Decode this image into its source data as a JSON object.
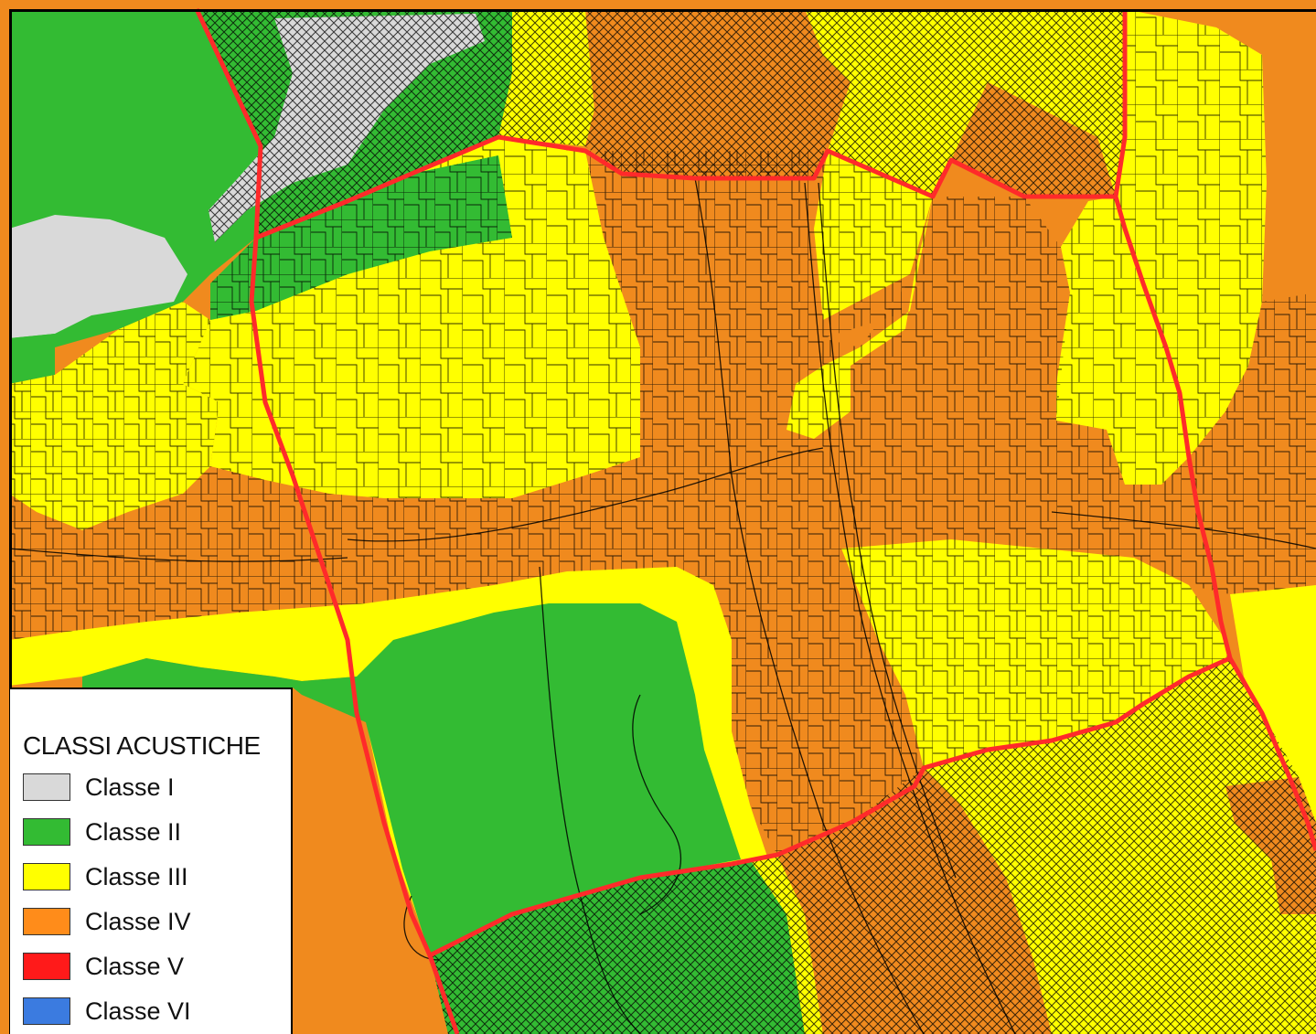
{
  "legend": {
    "title": "CLASSI ACUSTICHE",
    "items": [
      {
        "label": "Classe I",
        "color": "#d9d9d9"
      },
      {
        "label": "Classe II",
        "color": "#33bb33"
      },
      {
        "label": "Classe III",
        "color": "#ffff00"
      },
      {
        "label": "Classe IV",
        "color": "#ff8c1a"
      },
      {
        "label": "Classe V",
        "color": "#ff1a1a"
      },
      {
        "label": "Classe VI",
        "color": "#3b7be0"
      }
    ]
  },
  "map": {
    "zone_colors": {
      "classe_i": "#d9d9d9",
      "classe_ii": "#33bb33",
      "classe_iii": "#ffff00",
      "classe_iv": "#f08a1e",
      "boundary": "#ff2a2a"
    },
    "overlay_pattern": "crosshatch"
  }
}
